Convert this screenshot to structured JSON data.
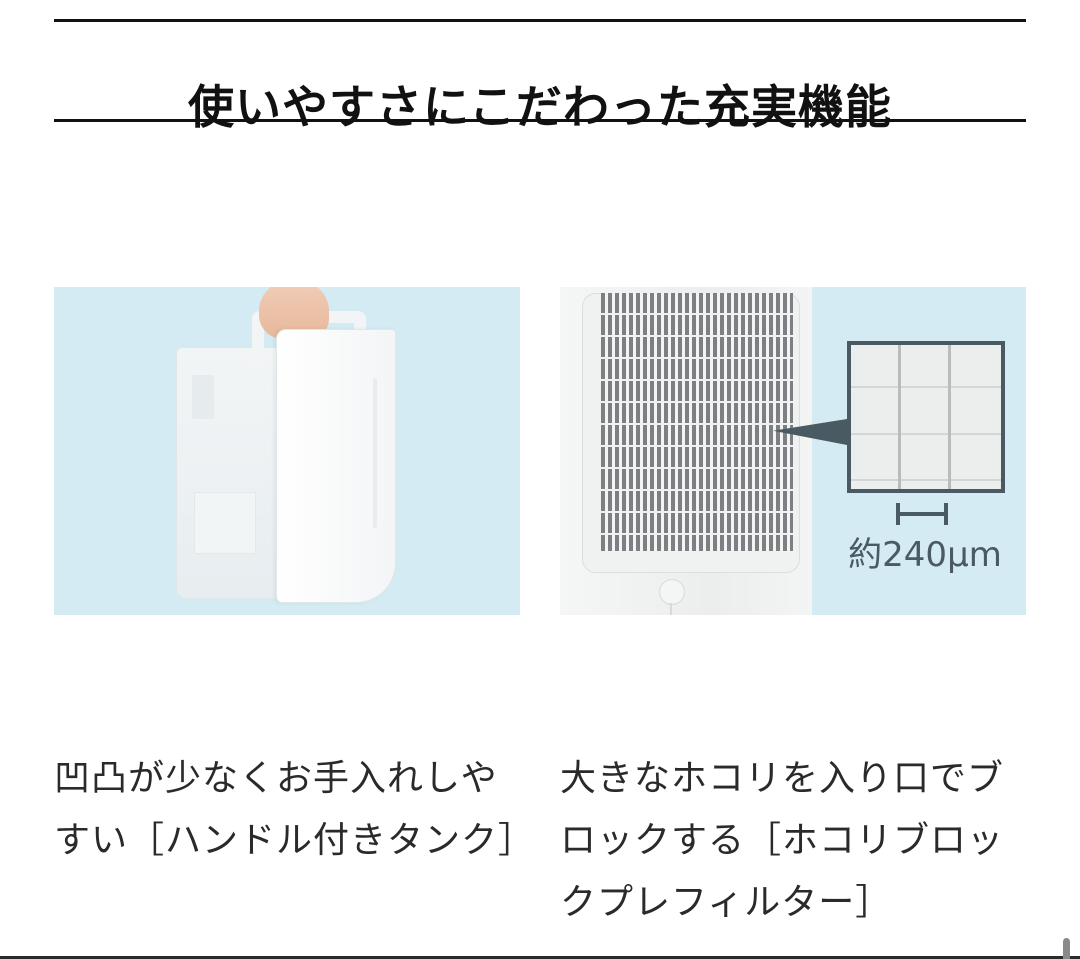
{
  "section": {
    "heading": "使いやすさにこだわった充実機能"
  },
  "features": [
    {
      "image_alt": "handle-tank-photo",
      "caption": "凹凸が少なくお手入れしやすい［ハンドル付きタンク］"
    },
    {
      "image_alt": "dust-block-prefilter-photo",
      "callout_label": "約240µm",
      "caption": "大きなホコリを入り口でブロックする［ホコリブロックプレフィルター］"
    }
  ],
  "colors": {
    "image_background": "#d4ebf3",
    "callout_color": "#4a5a62",
    "heading_text": "#111111",
    "rule": "#111111"
  }
}
